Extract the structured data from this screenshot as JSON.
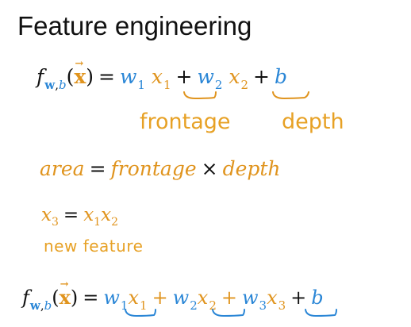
{
  "title": "Feature engineering",
  "eq1": {
    "f": "f",
    "f_sub_w": "w",
    "f_sub_sep": ",",
    "f_sub_b": "b",
    "open": "(",
    "x": "x",
    "close": ")",
    "equals": "=",
    "w1": "w",
    "w1_sub": "1",
    "x1": "x",
    "x1_sub": "1",
    "plus1": "+",
    "w2": "w",
    "w2_sub": "2",
    "x2": "x",
    "x2_sub": "2",
    "plus2": "+",
    "b": "b"
  },
  "annotations": {
    "frontage": "frontage",
    "depth": "depth",
    "new_feature": "new feature"
  },
  "eq2": {
    "area": "area",
    "equals": "=",
    "frontage": "frontage",
    "times": "×",
    "depth": "depth"
  },
  "eq3": {
    "x3": "x",
    "x3_sub": "3",
    "equals": "=",
    "x1": "x",
    "x1_sub": "1",
    "x2": "x",
    "x2_sub": "2"
  },
  "eq4": {
    "f": "f",
    "f_sub_w": "w",
    "f_sub_sep": ",",
    "f_sub_b": "b",
    "open": "(",
    "x": "x",
    "close": ")",
    "equals": "=",
    "w1": "w",
    "w1_sub": "1",
    "x1": "x",
    "x1_sub": "1",
    "plus1": "+",
    "w2": "w",
    "w2_sub": "2",
    "x2": "x",
    "x2_sub": "2",
    "plus2": "+",
    "w3": "w",
    "w3_sub": "3",
    "x3": "x",
    "x3_sub": "3",
    "plus3": "+",
    "b": "b"
  },
  "colors": {
    "blue": "#2a86d6",
    "orange": "#e0941e",
    "hand_orange": "#e7a125",
    "ink": "#111111"
  }
}
